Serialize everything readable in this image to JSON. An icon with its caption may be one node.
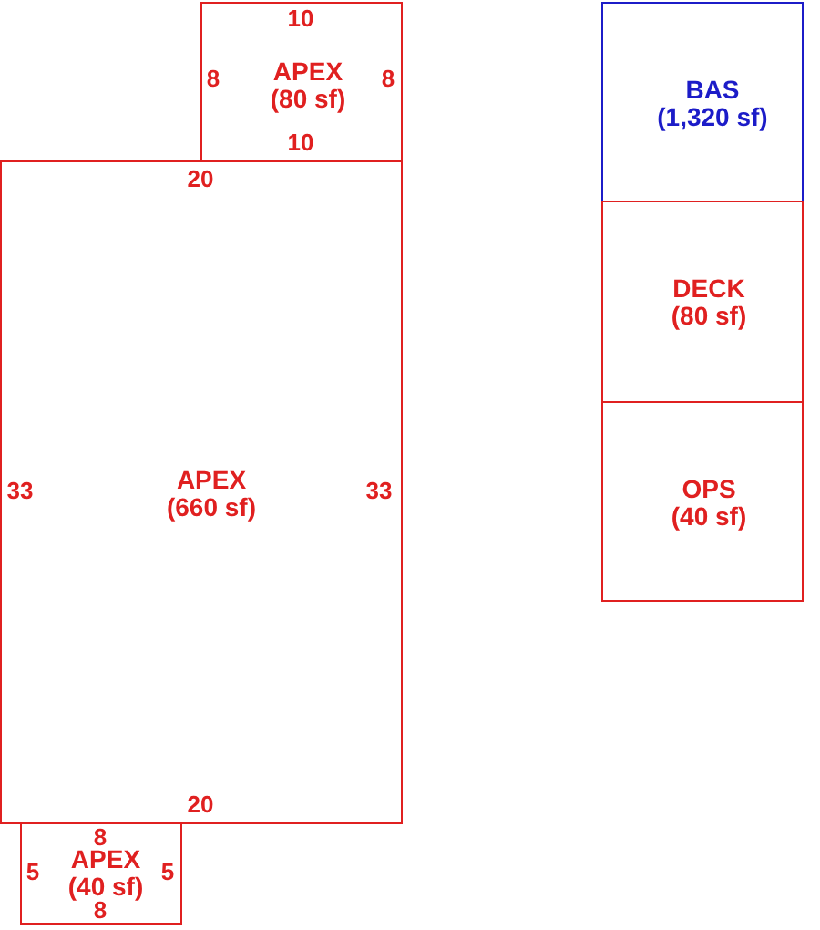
{
  "diagram": {
    "nodes": [
      {
        "text": [
          "APEX",
          "(80 sf)"
        ]
      },
      {
        "text": [
          "APEX",
          "(660 sf)"
        ]
      },
      {
        "text": [
          "APEX",
          "(40 sf)"
        ]
      },
      {
        "text": [
          "BAS",
          "(1,320 sf)"
        ]
      },
      {
        "text": [
          "DECK",
          "(80 sf)"
        ]
      },
      {
        "text": [
          "OPS",
          "(40 sf)"
        ]
      }
    ],
    "labels": [
      "10",
      "8",
      "8",
      "10",
      "20",
      "33",
      "33",
      "20",
      "8",
      "5",
      "5",
      "8"
    ]
  }
}
